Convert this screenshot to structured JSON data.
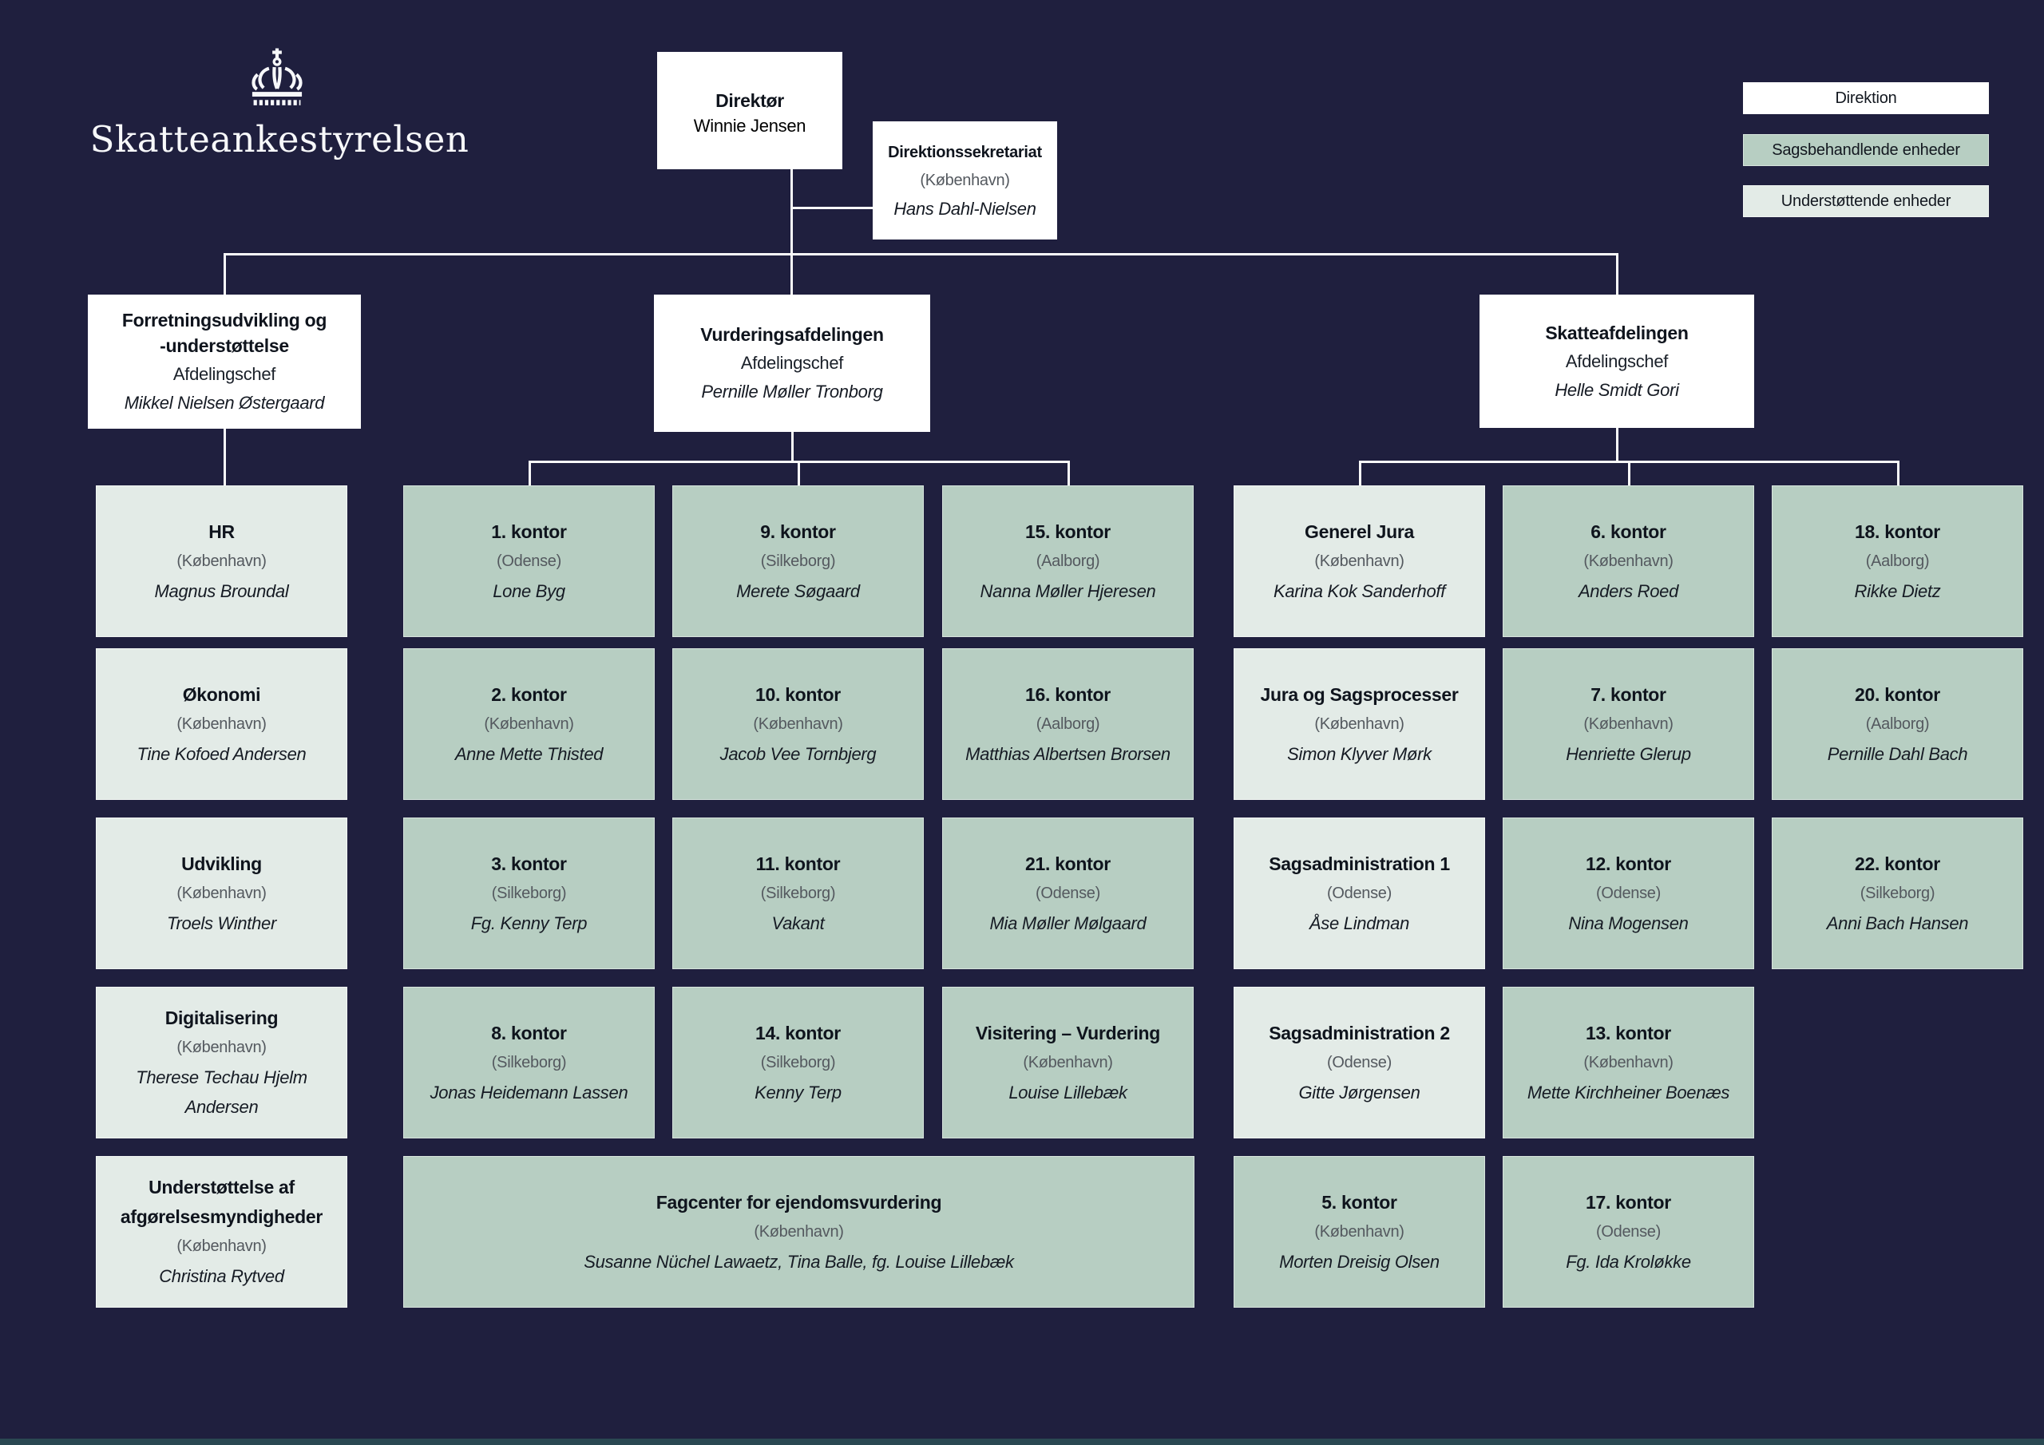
{
  "brand": {
    "name": "Skatteankestyrelsen"
  },
  "colors": {
    "background": "#1f1f3e",
    "direktion": "#ffffff",
    "sagsbehandlende": "#b7cec2",
    "understottende": "#e3ebe7",
    "connector": "#fafafa",
    "location_text": "#54595f"
  },
  "legend": [
    {
      "label": "Direktion",
      "variant": "direktion"
    },
    {
      "label": "Sagsbehandlende enheder",
      "variant": "sagsbehandlende"
    },
    {
      "label": "Understøttende enheder",
      "variant": "understottende"
    }
  ],
  "direktor": {
    "title": "Direktør",
    "name": "Winnie Jensen"
  },
  "sekretariat": {
    "title": "Direktionssekretariat",
    "location": "(København)",
    "name": "Hans Dahl-Nielsen"
  },
  "departments": {
    "left": {
      "title1": "Forretningsudvikling og",
      "title2": "-understøttelse",
      "role": "Afdelingschef",
      "name": "Mikkel Nielsen Østergaard"
    },
    "center": {
      "title": "Vurderingsafdelingen",
      "role": "Afdelingschef",
      "name": "Pernille Møller Tronborg"
    },
    "right": {
      "title": "Skatteafdelingen",
      "role": "Afdelingschef",
      "name": "Helle Smidt Gori"
    }
  },
  "units": [
    {
      "col": "L",
      "row": 0,
      "variant": "understottende",
      "title": "HR",
      "location": "(København)",
      "name": "Magnus Broundal"
    },
    {
      "col": "L",
      "row": 1,
      "variant": "understottende",
      "title": "Økonomi",
      "location": "(København)",
      "name": "Tine Kofoed Andersen"
    },
    {
      "col": "L",
      "row": 2,
      "variant": "understottende",
      "title": "Udvikling",
      "location": "(København)",
      "name": "Troels Winther"
    },
    {
      "col": "L",
      "row": 3,
      "variant": "understottende",
      "title": "Digitalisering",
      "location": "(København)",
      "name": "Therese Techau Hjelm Andersen"
    },
    {
      "col": "L",
      "row": 4,
      "variant": "understottende",
      "title": "Understøttelse af afgørelsesmyndigheder",
      "location": "(København)",
      "name": "Christina Rytved"
    },
    {
      "col": "C1",
      "row": 0,
      "variant": "sagsbehandlende",
      "title": "1. kontor",
      "location": "(Odense)",
      "name": "Lone Byg"
    },
    {
      "col": "C1",
      "row": 1,
      "variant": "sagsbehandlende",
      "title": "2. kontor",
      "location": "(København)",
      "name": "Anne Mette Thisted"
    },
    {
      "col": "C1",
      "row": 2,
      "variant": "sagsbehandlende",
      "title": "3. kontor",
      "location": "(Silkeborg)",
      "name": "Fg. Kenny Terp"
    },
    {
      "col": "C1",
      "row": 3,
      "variant": "sagsbehandlende",
      "title": "8. kontor",
      "location": "(Silkeborg)",
      "name": "Jonas Heidemann Lassen"
    },
    {
      "col": "C2",
      "row": 0,
      "variant": "sagsbehandlende",
      "title": "9. kontor",
      "location": "(Silkeborg)",
      "name": "Merete Søgaard"
    },
    {
      "col": "C2",
      "row": 1,
      "variant": "sagsbehandlende",
      "title": "10. kontor",
      "location": "(København)",
      "name": "Jacob Vee Tornbjerg"
    },
    {
      "col": "C2",
      "row": 2,
      "variant": "sagsbehandlende",
      "title": "11. kontor",
      "location": "(Silkeborg)",
      "name": "Vakant"
    },
    {
      "col": "C2",
      "row": 3,
      "variant": "sagsbehandlende",
      "title": "14. kontor",
      "location": "(Silkeborg)",
      "name": "Kenny Terp"
    },
    {
      "col": "C3",
      "row": 0,
      "variant": "sagsbehandlende",
      "title": "15. kontor",
      "location": "(Aalborg)",
      "name": "Nanna Møller Hjeresen"
    },
    {
      "col": "C3",
      "row": 1,
      "variant": "sagsbehandlende",
      "title": "16. kontor",
      "location": "(Aalborg)",
      "name": "Matthias Albertsen Brorsen"
    },
    {
      "col": "C3",
      "row": 2,
      "variant": "sagsbehandlende",
      "title": "21. kontor",
      "location": "(Odense)",
      "name": "Mia Møller Mølgaard"
    },
    {
      "col": "C3",
      "row": 3,
      "variant": "sagsbehandlende",
      "title": "Visitering – Vurdering",
      "location": "(København)",
      "name": "Louise Lillebæk"
    },
    {
      "col": "R1",
      "row": 0,
      "variant": "understottende",
      "title": "Generel Jura",
      "location": "(København)",
      "name": "Karina Kok Sanderhoff"
    },
    {
      "col": "R1",
      "row": 1,
      "variant": "understottende",
      "title": "Jura og Sagsprocesser",
      "location": "(København)",
      "name": "Simon Klyver Mørk"
    },
    {
      "col": "R1",
      "row": 2,
      "variant": "understottende",
      "title": "Sagsadministration 1",
      "location": "(Odense)",
      "name": "Åse Lindman"
    },
    {
      "col": "R1",
      "row": 3,
      "variant": "understottende",
      "title": "Sagsadministration 2",
      "location": "(Odense)",
      "name": "Gitte Jørgensen"
    },
    {
      "col": "R1",
      "row": 4,
      "variant": "sagsbehandlende",
      "title": "5. kontor",
      "location": "(København)",
      "name": "Morten Dreisig Olsen"
    },
    {
      "col": "R2",
      "row": 0,
      "variant": "sagsbehandlende",
      "title": "6. kontor",
      "location": "(København)",
      "name": "Anders Roed"
    },
    {
      "col": "R2",
      "row": 1,
      "variant": "sagsbehandlende",
      "title": "7. kontor",
      "location": "(København)",
      "name": "Henriette Glerup"
    },
    {
      "col": "R2",
      "row": 2,
      "variant": "sagsbehandlende",
      "title": "12. kontor",
      "location": "(Odense)",
      "name": "Nina Mogensen"
    },
    {
      "col": "R2",
      "row": 3,
      "variant": "sagsbehandlende",
      "title": "13. kontor",
      "location": "(København)",
      "name": "Mette Kirchheiner Boenæs"
    },
    {
      "col": "R2",
      "row": 4,
      "variant": "sagsbehandlende",
      "title": "17. kontor",
      "location": "(Odense)",
      "name": "Fg. Ida Kroløkke"
    },
    {
      "col": "R3",
      "row": 0,
      "variant": "sagsbehandlende",
      "title": "18. kontor",
      "location": "(Aalborg)",
      "name": "Rikke Dietz"
    },
    {
      "col": "R3",
      "row": 1,
      "variant": "sagsbehandlende",
      "title": "20. kontor",
      "location": "(Aalborg)",
      "name": "Pernille Dahl Bach"
    },
    {
      "col": "R3",
      "row": 2,
      "variant": "sagsbehandlende",
      "title": "22. kontor",
      "location": "(Silkeborg)",
      "name": "Anni Bach Hansen"
    }
  ],
  "fagcenter": {
    "title": "Fagcenter for ejendomsvurdering",
    "location": "(København)",
    "name": "Susanne Nüchel Lawaetz, Tina Balle, fg. Louise Lillebæk"
  }
}
